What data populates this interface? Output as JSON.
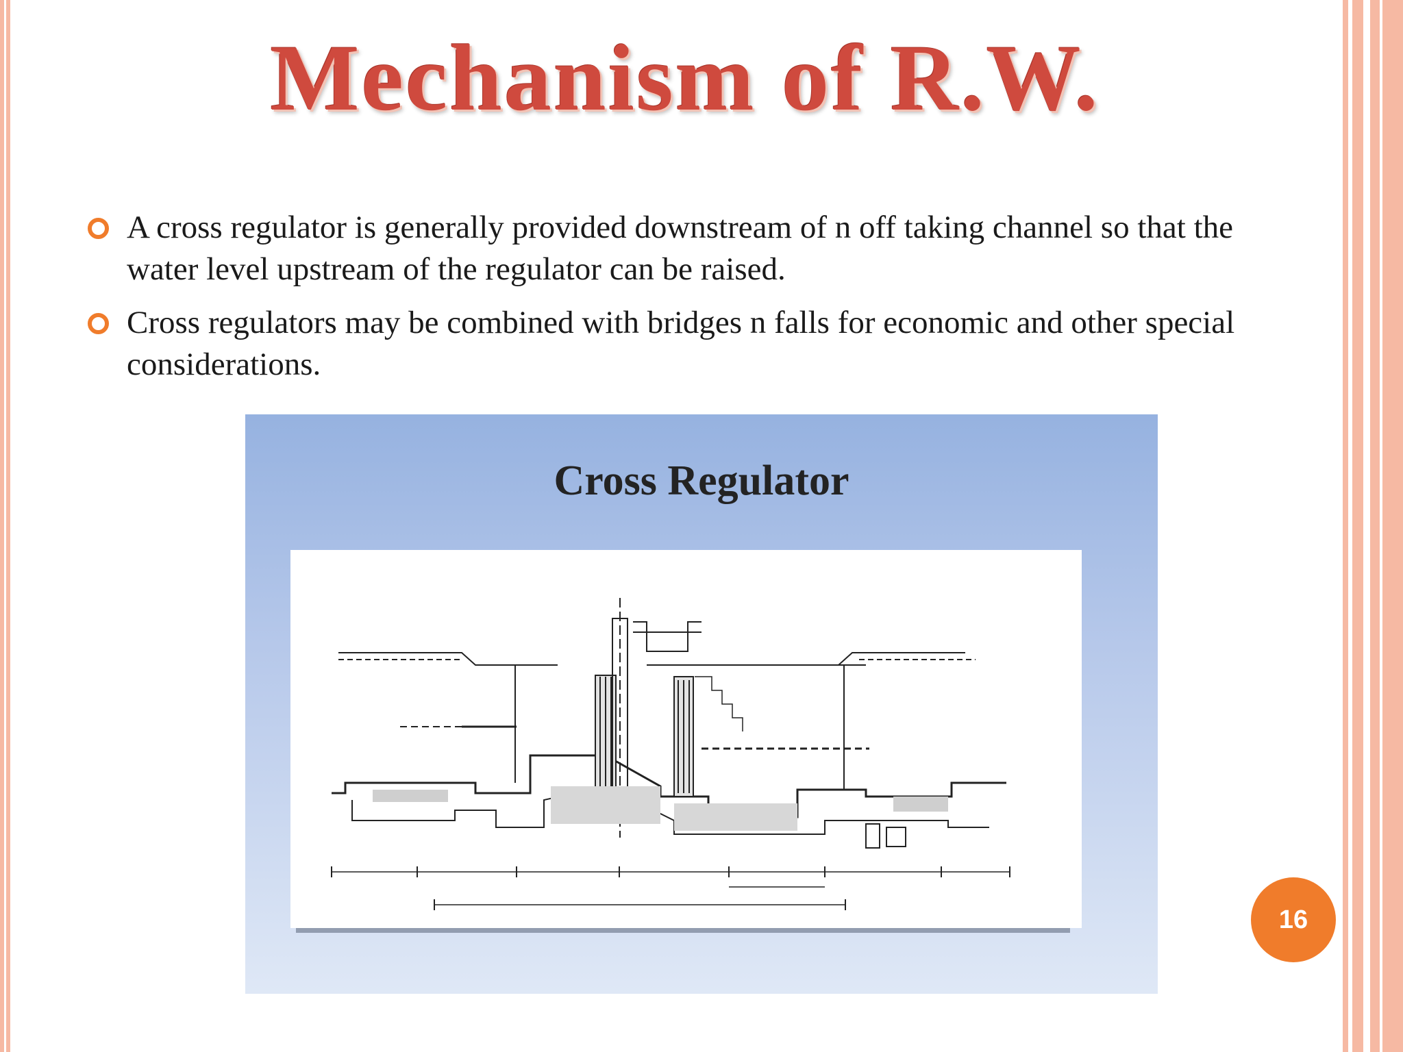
{
  "slide": {
    "title": "Mechanism of R.W.",
    "bullets": [
      "A cross regulator is generally provided downstream of n off taking channel so that the water level upstream of the regulator can be raised.",
      "Cross regulators may be combined with bridges n falls for economic and other special considerations."
    ],
    "page_number": "16"
  },
  "figure": {
    "title": "Cross Regulator"
  },
  "colors": {
    "title": "#cf4a3e",
    "accent": "#f07c2b",
    "border": "#f6b9a3"
  }
}
